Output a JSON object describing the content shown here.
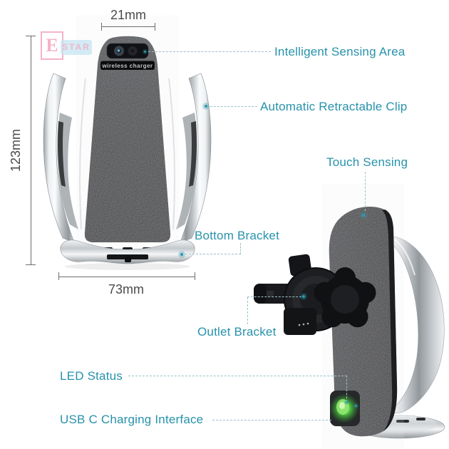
{
  "product": {
    "device_text": "wireless charger"
  },
  "watermark": {
    "letter": "E",
    "word": "STAR"
  },
  "dimensions": {
    "top_width": "21mm",
    "height": "123mm",
    "bottom_width": "73mm"
  },
  "labels": {
    "sensing_area": "Intelligent Sensing Area",
    "retractable_clip": "Automatic Retractable Clip",
    "touch_sensing": "Touch Sensing",
    "bottom_bracket": "Bottom Bracket",
    "outlet_bracket": "Outlet Bracket",
    "led_status": "LED Status",
    "usb_c": "USB C Charging Interface"
  },
  "colors": {
    "label_teal": "#2792ab",
    "dimension_gray": "#4a4a4a",
    "leader_dash": "#9dbfc9",
    "led_green": "#55d045",
    "watermark_pink": "#ef7fa6",
    "watermark_blue": "#a0d6ec"
  }
}
